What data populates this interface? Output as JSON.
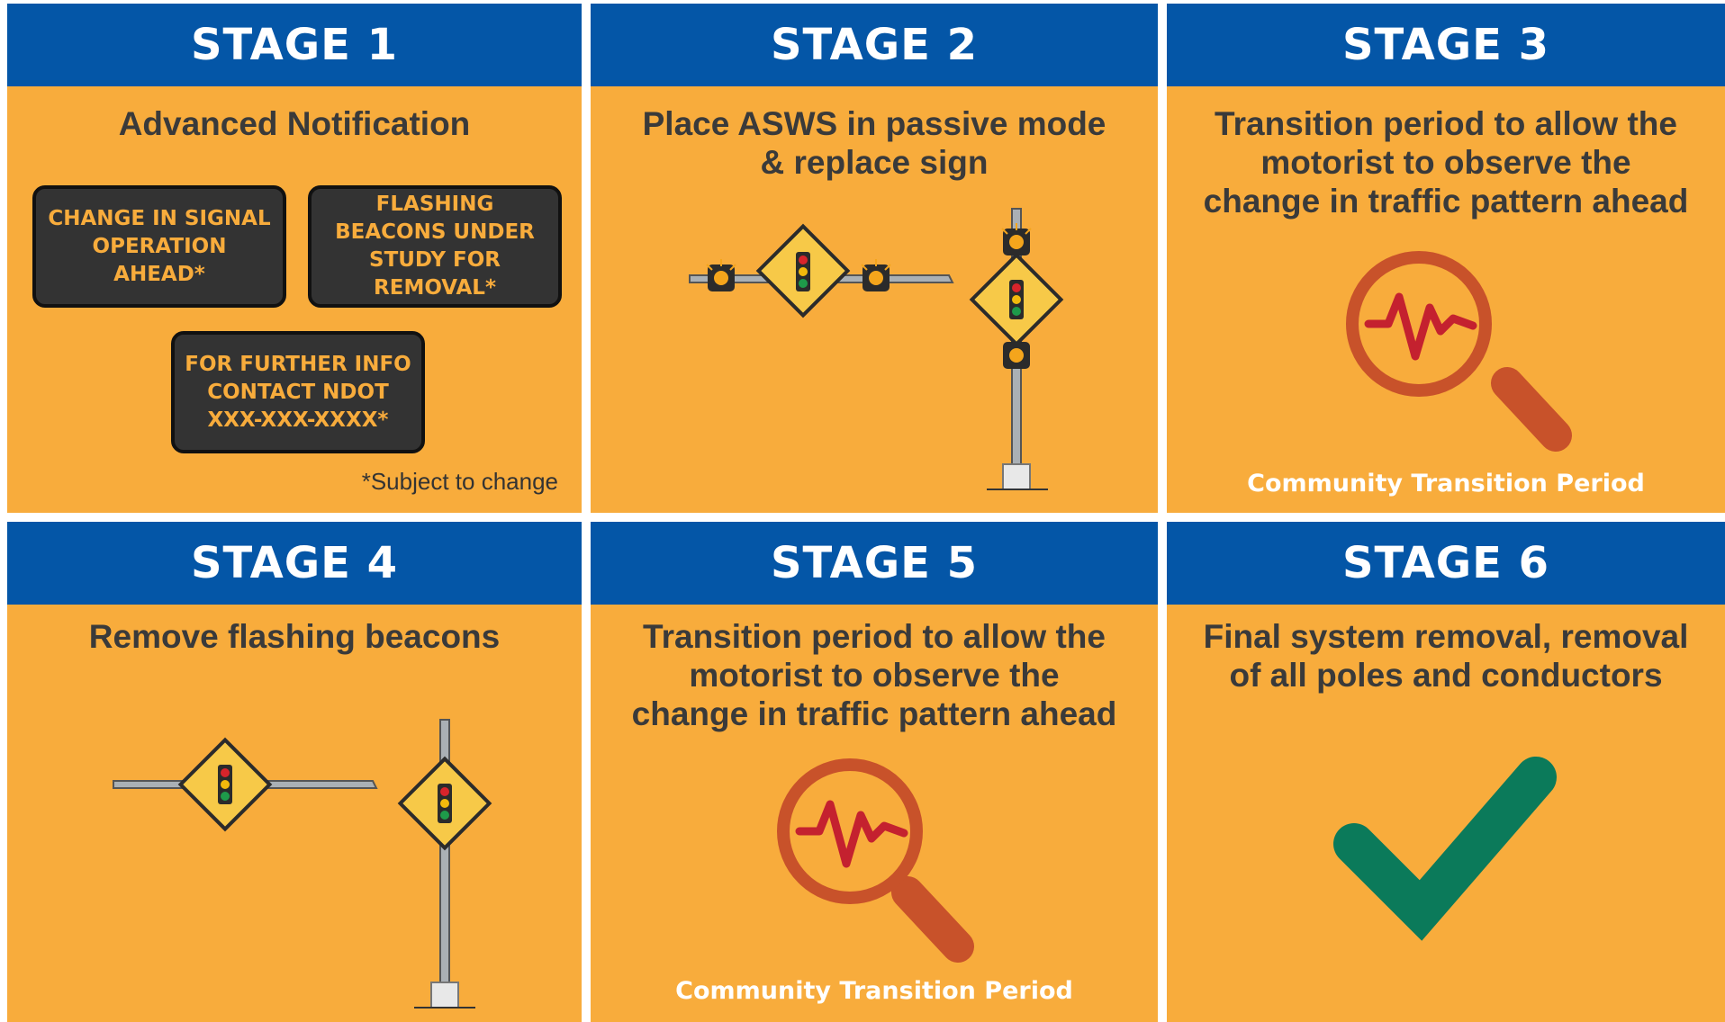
{
  "stages": [
    {
      "title": "STAGE 1",
      "description": "Advanced Notification",
      "signs": [
        "CHANGE IN SIGNAL OPERATION AHEAD*",
        "FLASHING BEACONS UNDER STUDY FOR REMOVAL*",
        "FOR FURTHER INFO CONTACT NDOT XXX-XXX-XXXX*"
      ],
      "note": "*Subject to change"
    },
    {
      "title": "STAGE 2",
      "description": "Place ASWS in passive mode & replace sign"
    },
    {
      "title": "STAGE 3",
      "description": "Transition period to allow the motorist to observe the change in traffic pattern ahead",
      "caption": "Community Transition Period"
    },
    {
      "title": "STAGE 4",
      "description": "Remove flashing beacons"
    },
    {
      "title": "STAGE 5",
      "description": "Transition period to allow the motorist to observe the change in traffic pattern ahead",
      "caption": "Community Transition Period"
    },
    {
      "title": "STAGE 6",
      "description": "Final system removal, removal of all poles and conductors"
    }
  ],
  "colors": {
    "header": "#0456a7",
    "panel": "#f8ac3c",
    "sign": "#333333",
    "magnifier": "#c8522a",
    "pulse": "#c4212f",
    "check": "#0b7a5a"
  },
  "icons": [
    "traffic-signal-sign-icon",
    "flashing-beacon-icon",
    "magnifier-pulse-icon",
    "checkmark-icon"
  ]
}
